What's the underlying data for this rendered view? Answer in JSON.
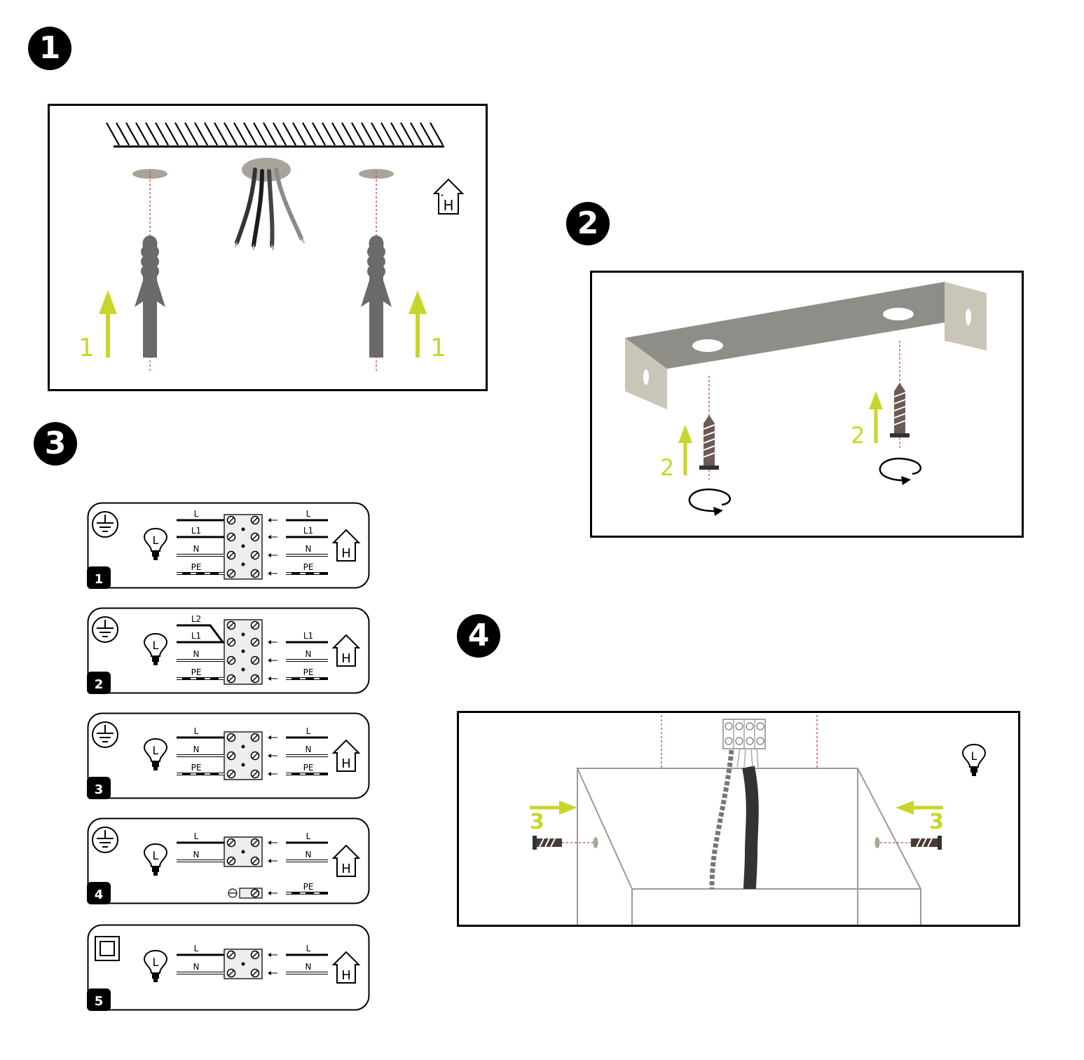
{
  "steps": {
    "step1": {
      "badge": "1",
      "arrow_labels": [
        "1",
        "1"
      ],
      "house_letter": "H"
    },
    "step2": {
      "badge": "2",
      "arrow_labels": [
        "2",
        "2"
      ]
    },
    "step3": {
      "badge": "3",
      "diagrams": [
        {
          "number": "1",
          "symbol": "earth",
          "lamp_letter": "L",
          "house_letter": "H",
          "left_labels": [
            "L",
            "L1",
            "N",
            "PE"
          ],
          "right_labels": [
            "L",
            "L1",
            "N",
            "PE"
          ]
        },
        {
          "number": "2",
          "symbol": "earth",
          "lamp_letter": "L",
          "house_letter": "H",
          "left_labels": [
            "L2",
            "L1",
            "N",
            "PE"
          ],
          "right_labels": [
            "L1",
            "N",
            "PE"
          ]
        },
        {
          "number": "3",
          "symbol": "earth",
          "lamp_letter": "L",
          "house_letter": "H",
          "left_labels": [
            "L",
            "N",
            "PE"
          ],
          "right_labels": [
            "L",
            "N",
            "PE"
          ]
        },
        {
          "number": "4",
          "symbol": "earth",
          "lamp_letter": "L",
          "house_letter": "H",
          "left_labels": [
            "L",
            "N"
          ],
          "right_labels": [
            "L",
            "N",
            "PE"
          ]
        },
        {
          "number": "5",
          "symbol": "double-insulation",
          "lamp_letter": "L",
          "house_letter": "H",
          "left_labels": [
            "L",
            "N"
          ],
          "right_labels": [
            "L",
            "N"
          ]
        }
      ]
    },
    "step4": {
      "badge": "4",
      "arrow_labels": [
        "3",
        "3"
      ],
      "lamp_letter": "L"
    }
  },
  "colors": {
    "accent": "#c8d62b",
    "guide": "#d23c3c",
    "plug": "#6a6a6a",
    "bracket_top": "#8e8d88",
    "bracket_side": "#c9c6b8",
    "disc": "#a9a49a"
  },
  "icons": [
    "house-icon",
    "lamp-icon",
    "earth-symbol-icon",
    "double-insulation-icon",
    "rotate-arrow-icon",
    "screw-icon",
    "wall-plug-icon",
    "terminal-block-icon"
  ]
}
